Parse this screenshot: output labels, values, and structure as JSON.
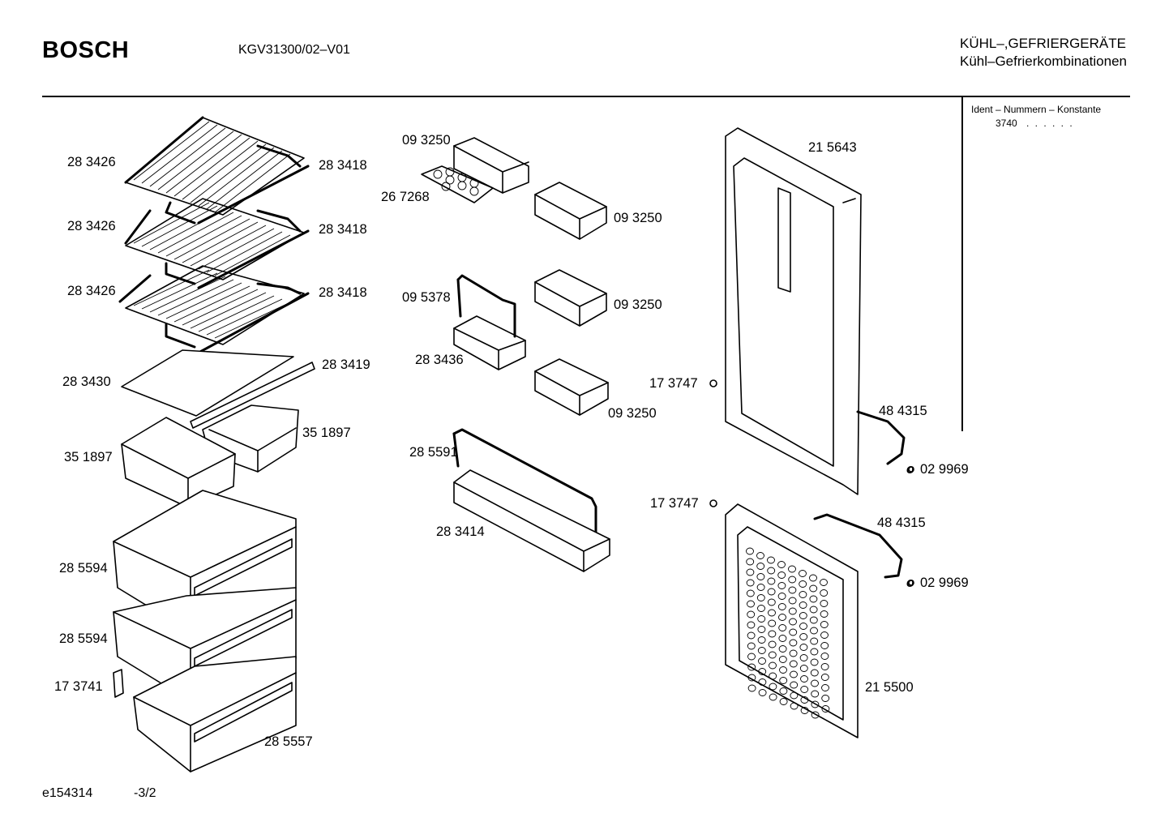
{
  "header": {
    "brand": "BOSCH",
    "model": "KGV31300/02–V01",
    "category_line1": "KÜHL–,GEFRIERGERÄTE",
    "category_line2": "Kühl–Gefrierkombinationen"
  },
  "ident": {
    "title": "Ident – Nummern – Konstante",
    "value": "3740",
    "dots": ". . . . . ."
  },
  "footer": {
    "drawing_id": "e154314",
    "page": "-3/2"
  },
  "part_labels": {
    "p283426a": "28 3426",
    "p283418a": "28 3418",
    "p283426b": "28 3426",
    "p283418b": "28 3418",
    "p283426c": "28 3426",
    "p283418c": "28 3418",
    "p283430": "28 3430",
    "p283419": "28 3419",
    "p351897a": "35 1897",
    "p351897b": "35 1897",
    "p285594a": "28 5594",
    "p285594b": "28 5594",
    "p173741": "17 3741",
    "p285557": "28 5557",
    "p093250a": "09 3250",
    "p267268": "26 7268",
    "p093250b": "09 3250",
    "p095378": "09 5378",
    "p093250c": "09 3250",
    "p283436": "28 3436",
    "p093250d": "09 3250",
    "p285591": "28 5591",
    "p283414": "28 3414",
    "p215643": "21 5643",
    "p173747a": "17 3747",
    "p484315a": "48 4315",
    "p029969a": "02 9969",
    "p173747b": "17 3747",
    "p484315b": "48 4315",
    "p029969b": "02 9969",
    "p215500": "21 5500"
  },
  "symbols": {
    "sub_marker": "o"
  }
}
